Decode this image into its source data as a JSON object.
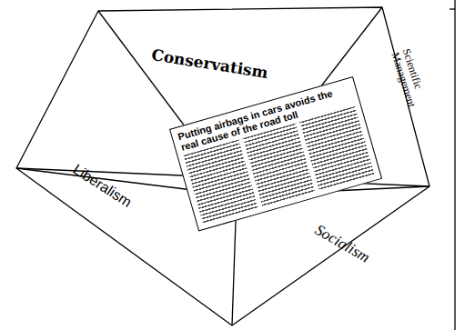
{
  "diagram": {
    "nodes": [
      {
        "text": [
          "Putting airbags in cars avoids the real cause of the road toll"
        ]
      }
    ],
    "labels": [
      "Conservatism",
      "Scientific Management",
      "Liberalism",
      "Socialism"
    ]
  }
}
